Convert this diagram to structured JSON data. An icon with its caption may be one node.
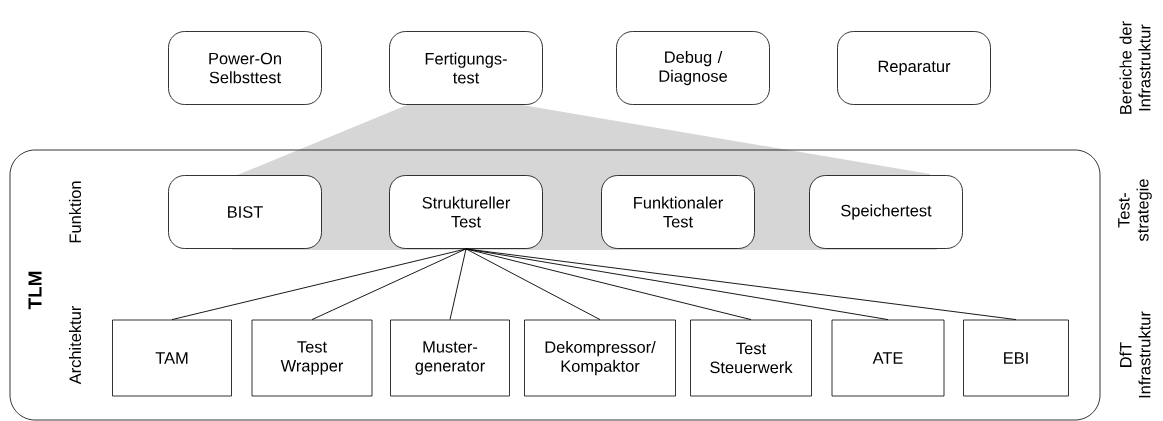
{
  "diagram": {
    "nodes": [
      {
        "text": [
          "Power-On Selbsttest"
        ]
      },
      {
        "text": [
          "Fertigungs- test"
        ]
      },
      {
        "text": [
          "Debug / Diagnose"
        ]
      },
      {
        "text": [
          "Reparatur"
        ]
      },
      {
        "text": [
          "TLM"
        ]
      },
      {
        "text": [
          "BIST"
        ],
        "in": 4
      },
      {
        "text": [
          "Struktureller Test"
        ],
        "in": 4
      },
      {
        "text": [
          "Funktionaler Test"
        ],
        "in": 4
      },
      {
        "text": [
          "Speichertest"
        ],
        "in": 4
      },
      {
        "text": [
          "TAM"
        ],
        "in": 4
      },
      {
        "text": [
          "Test Wrapper"
        ],
        "in": 4
      },
      {
        "text": [
          "Muster- generator"
        ],
        "in": 4
      },
      {
        "text": [
          "Dekompressor/ Kompaktor"
        ],
        "in": 4
      },
      {
        "text": [
          "Test Steuerwerk"
        ],
        "in": 4
      },
      {
        "text": [
          "ATE"
        ],
        "in": 4
      },
      {
        "text": [
          "EBI"
        ],
        "in": 4
      }
    ],
    "edges": [
      {
        "from": 6,
        "to": 9,
        "arrow": "none"
      },
      {
        "from": 6,
        "to": 10,
        "arrow": "none"
      },
      {
        "from": 6,
        "to": 11,
        "arrow": "none"
      },
      {
        "from": 6,
        "to": 12,
        "arrow": "none"
      },
      {
        "from": 6,
        "to": 13,
        "arrow": "none"
      },
      {
        "from": 6,
        "to": 14,
        "arrow": "none"
      },
      {
        "from": 6,
        "to": 15,
        "arrow": "none"
      }
    ],
    "labels": [
      "Bereiche der Infrastruktur",
      "Funktion",
      "Test- strategie",
      "Architektur",
      "DfT Infrastruktur"
    ]
  }
}
